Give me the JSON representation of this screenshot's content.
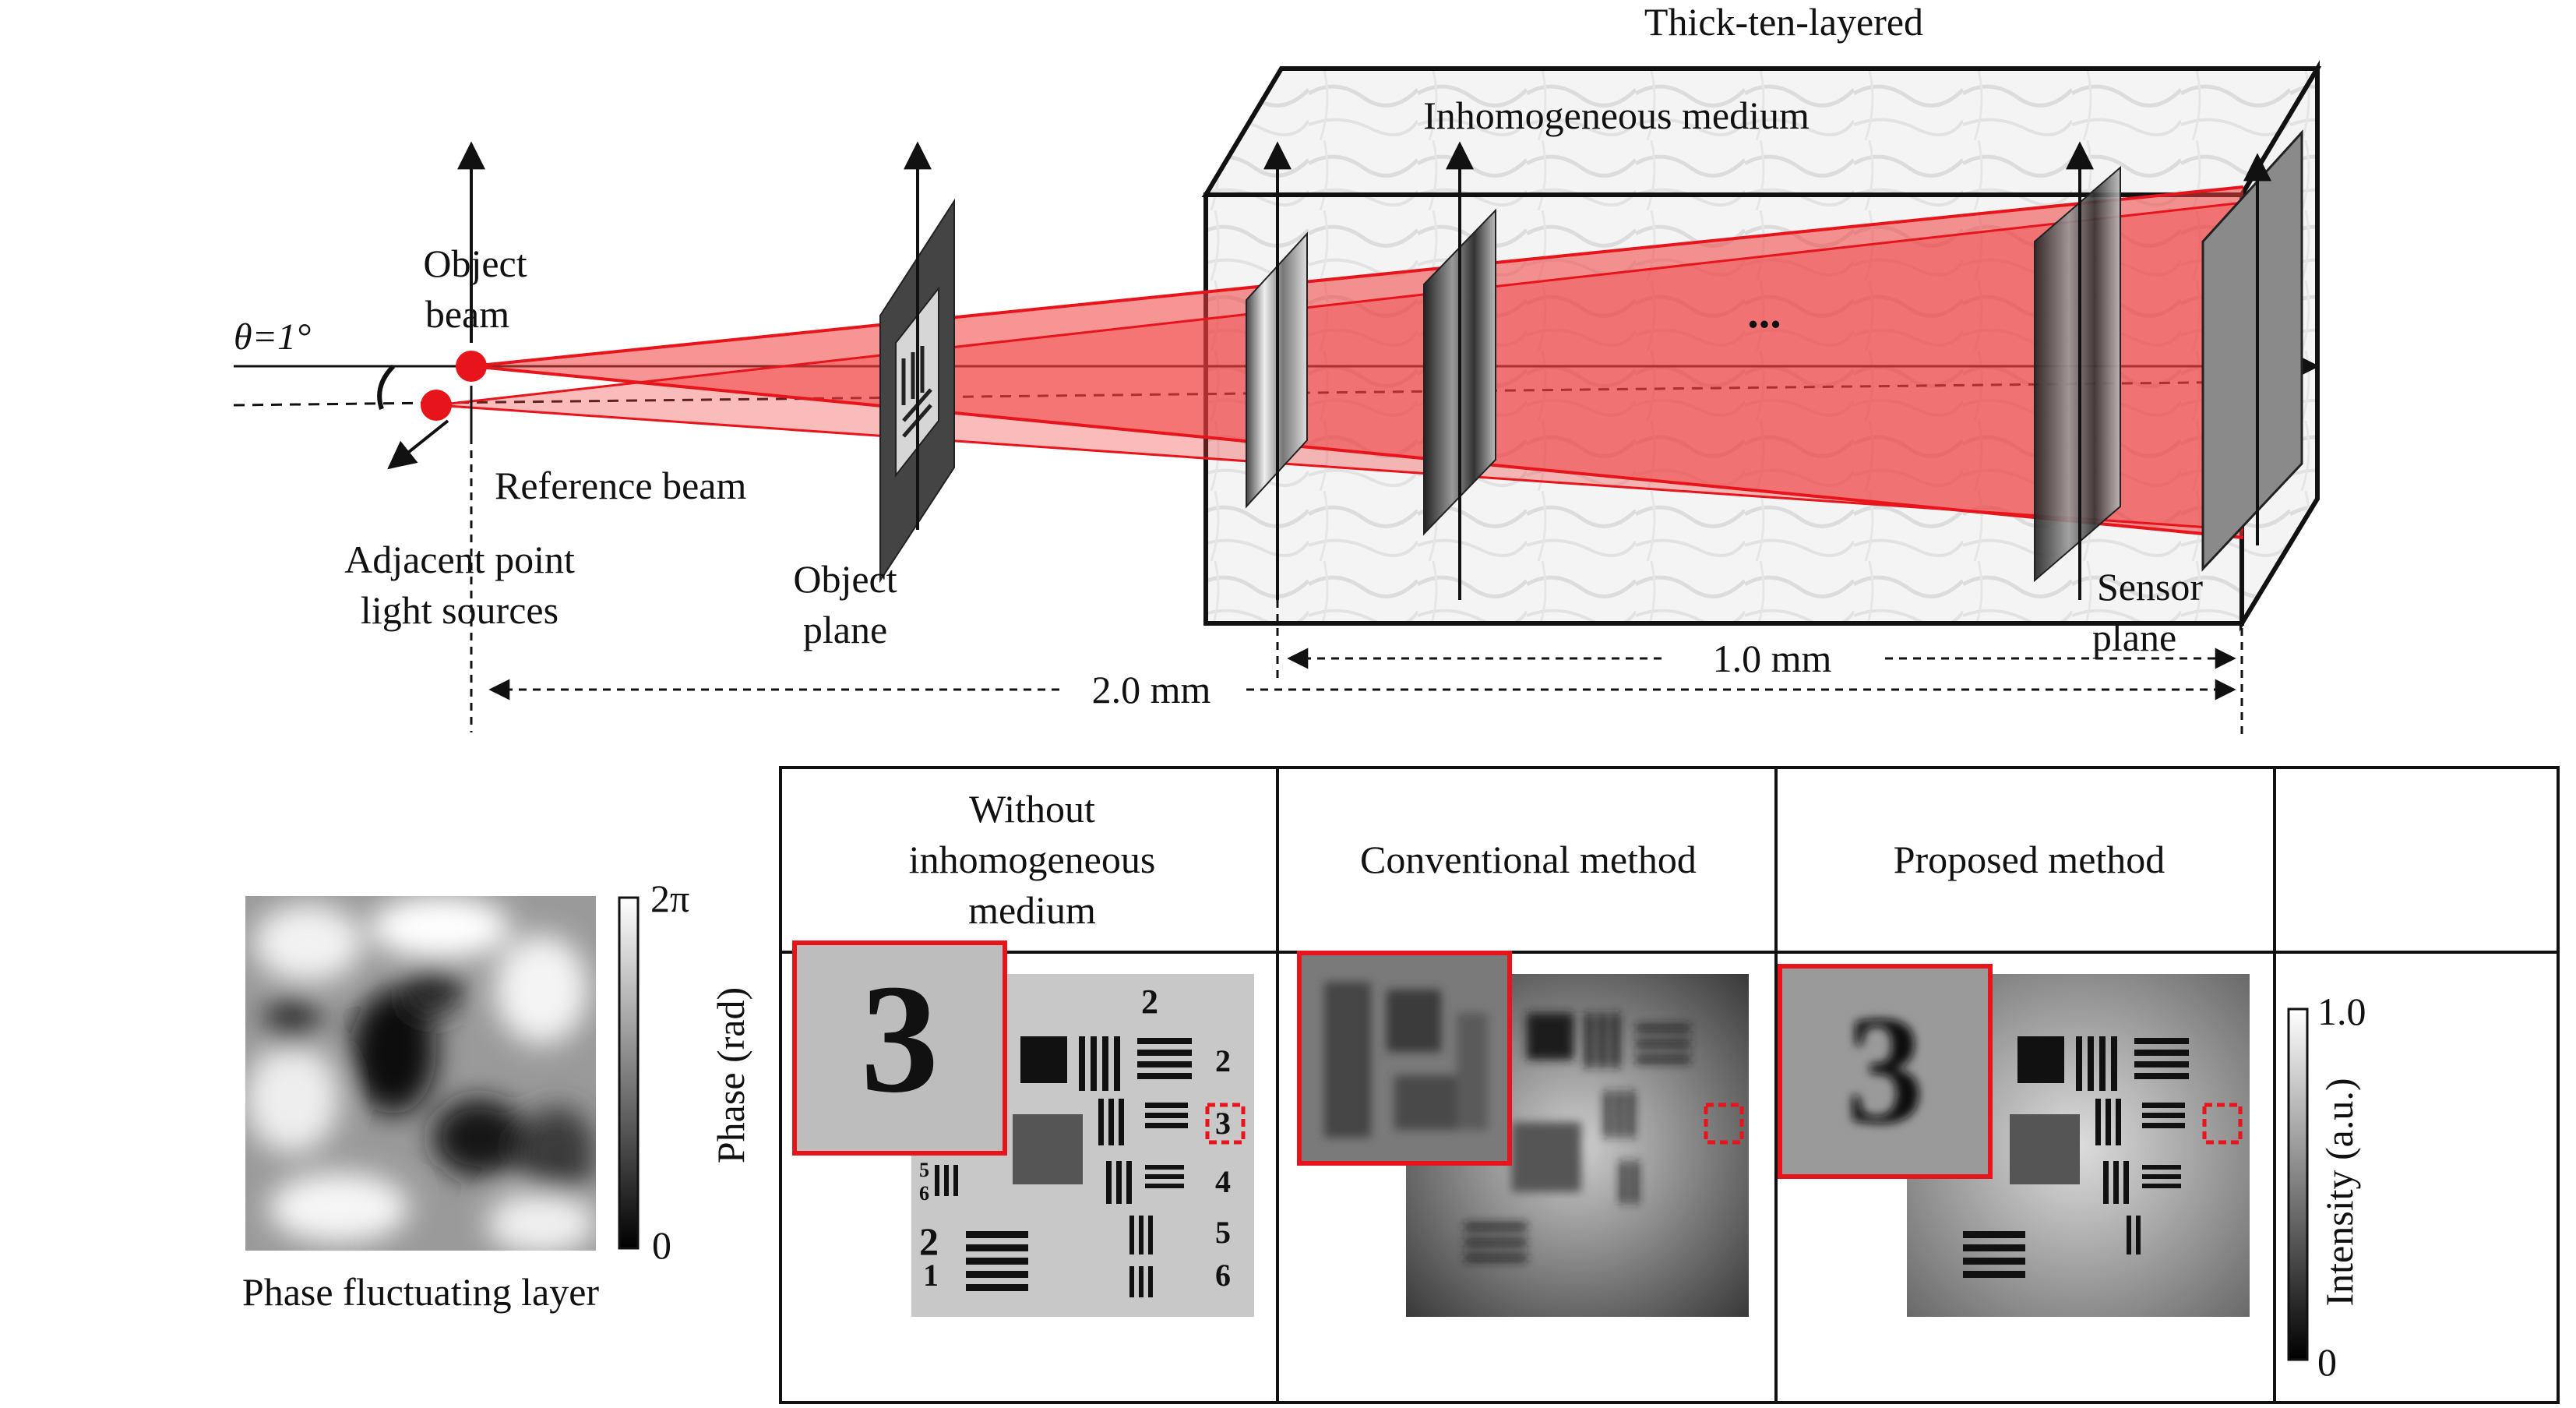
{
  "setup": {
    "angle_label": "θ=1°",
    "object_beam": [
      "Object",
      "beam"
    ],
    "reference_beam": "Reference beam",
    "sources": [
      "Adjacent point",
      "light sources"
    ],
    "object_plane": [
      "Object",
      "plane"
    ],
    "medium_title": "Thick-ten-layered",
    "medium_subtitle": "Inhomogeneous medium",
    "ellipsis": "...",
    "sensor_plane": [
      "Sensor",
      "plane"
    ],
    "distance_total": "2.0 mm",
    "distance_medium": "1.0 mm"
  },
  "phase_layer": {
    "caption": "Phase fluctuating layer",
    "cbar_max": "2π",
    "cbar_min": "0"
  },
  "results": {
    "columns": [
      [
        "Without",
        "inhomogeneous",
        "medium"
      ],
      [
        "Conventional method"
      ],
      [
        "Proposed method"
      ]
    ],
    "row_label": "Phase (rad)",
    "cbar_label": "Intensity (a.u.)",
    "cbar_max": "1.0",
    "cbar_min": "0",
    "zoom_digit": "3",
    "target_digits": [
      "2",
      "2",
      "3",
      "4",
      "5",
      "6",
      "5",
      "6",
      "2",
      "1"
    ]
  },
  "colors": {
    "beam": "#e8141c",
    "beam_fill": "#f03c3c",
    "box_line": "#111111",
    "highlight": "#e8141c"
  }
}
